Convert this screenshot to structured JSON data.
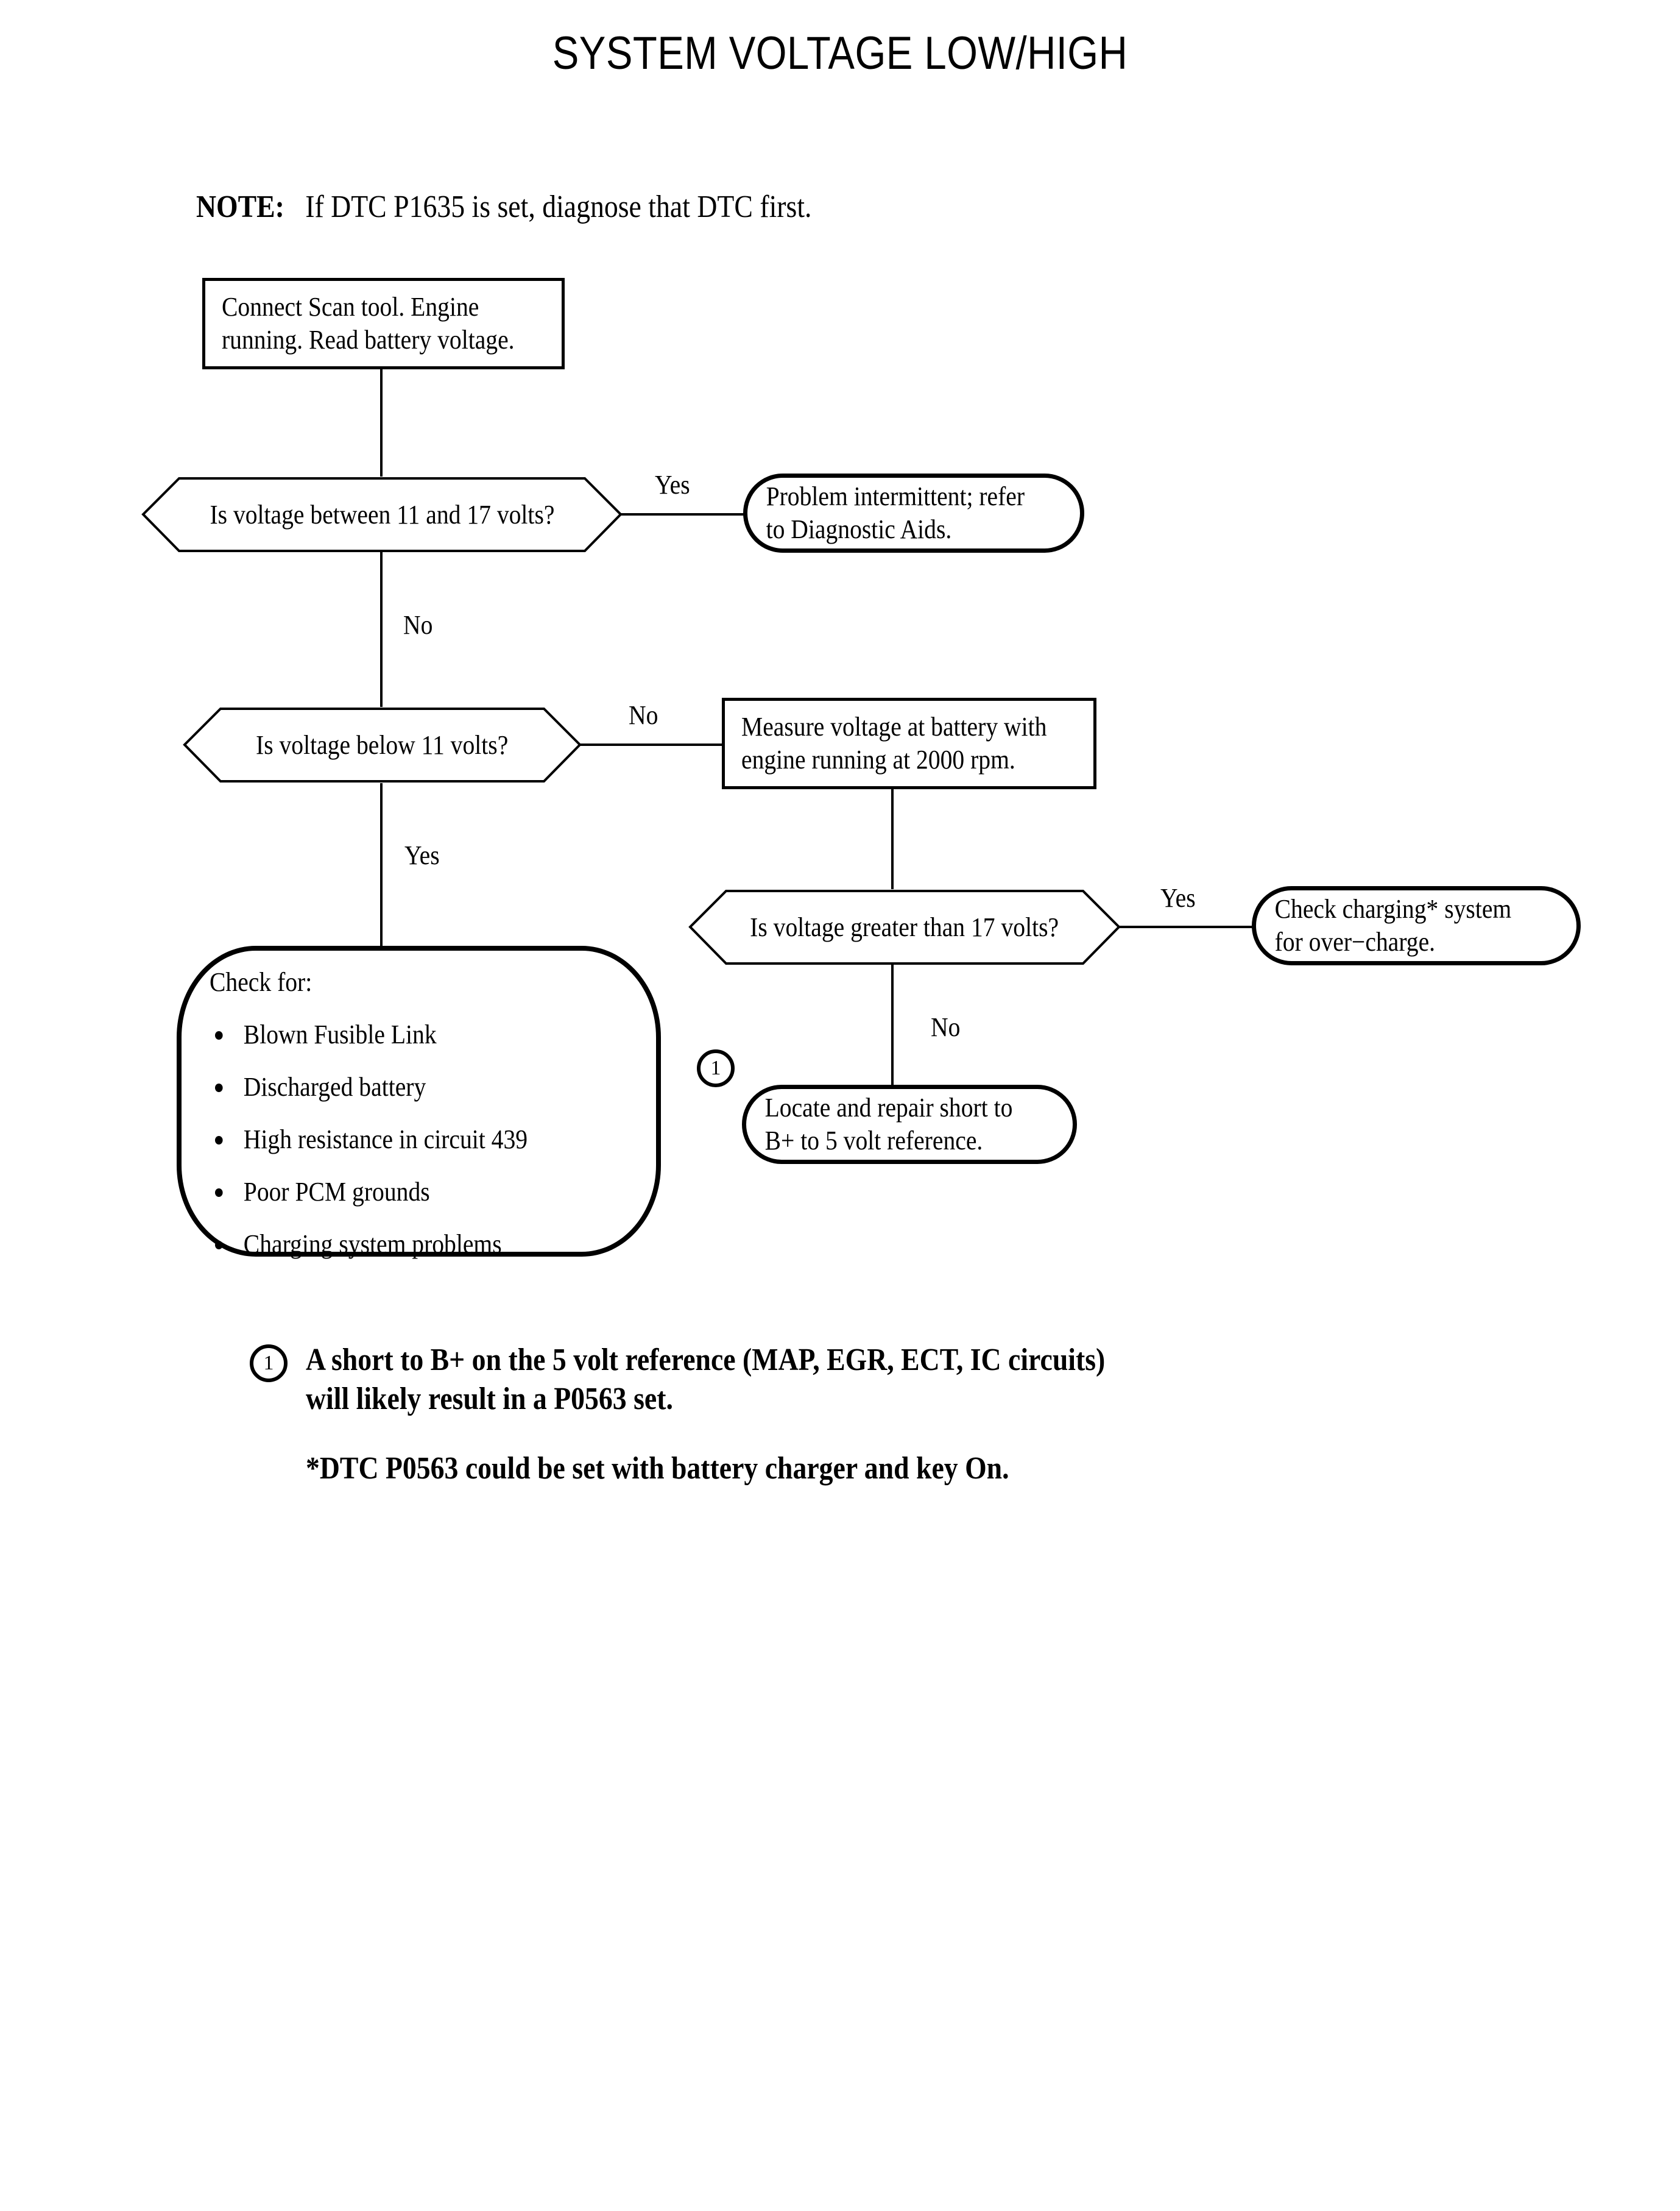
{
  "page": {
    "title": "SYSTEM VOLTAGE LOW/HIGH",
    "note": {
      "label": "NOTE:",
      "text": "If DTC P1635 is set, diagnose that DTC first."
    }
  },
  "flowchart": {
    "nodes": {
      "step1": {
        "type": "process",
        "line1": "Connect Scan tool. Engine",
        "line2": "running. Read battery voltage."
      },
      "decision1": {
        "type": "decision",
        "text": "Is voltage between 11 and 17 volts?"
      },
      "terminal_intermittent": {
        "type": "terminal",
        "line1": "Problem intermittent; refer",
        "line2": "to Diagnostic Aids."
      },
      "decision2": {
        "type": "decision",
        "text": "Is voltage below 11 volts?"
      },
      "step_measure": {
        "type": "process",
        "line1": "Measure voltage at battery with",
        "line2": "engine running at 2000 rpm."
      },
      "decision3": {
        "type": "decision",
        "text": "Is voltage greater than 17 volts?"
      },
      "terminal_overcharge": {
        "type": "terminal",
        "line1": "Check charging*  system",
        "line2": "for over−charge."
      },
      "terminal_short": {
        "type": "terminal",
        "line1": "Locate and repair short to",
        "line2": "B+ to 5 volt reference.",
        "ref_marker": "1"
      },
      "check_for": {
        "type": "checklist",
        "title": "Check for:",
        "items": [
          "Blown Fusible Link",
          "Discharged battery",
          "High resistance in circuit 439",
          "Poor PCM grounds",
          "Charging system problems"
        ]
      }
    },
    "edge_labels": {
      "d1_yes": "Yes",
      "d1_no": "No",
      "d2_no": "No",
      "d2_yes": "Yes",
      "d3_yes": "Yes",
      "d3_no": "No"
    }
  },
  "footnotes": {
    "ref1": {
      "marker": "1",
      "line1": "A short to B+ on the 5 volt reference (MAP, EGR, ECT, IC circuits)",
      "line2": "will likely result in a P0563 set."
    },
    "asterisk": "*DTC P0563 could be set with battery charger and key On."
  },
  "colors": {
    "ink": "#000000",
    "paper": "#ffffff"
  }
}
